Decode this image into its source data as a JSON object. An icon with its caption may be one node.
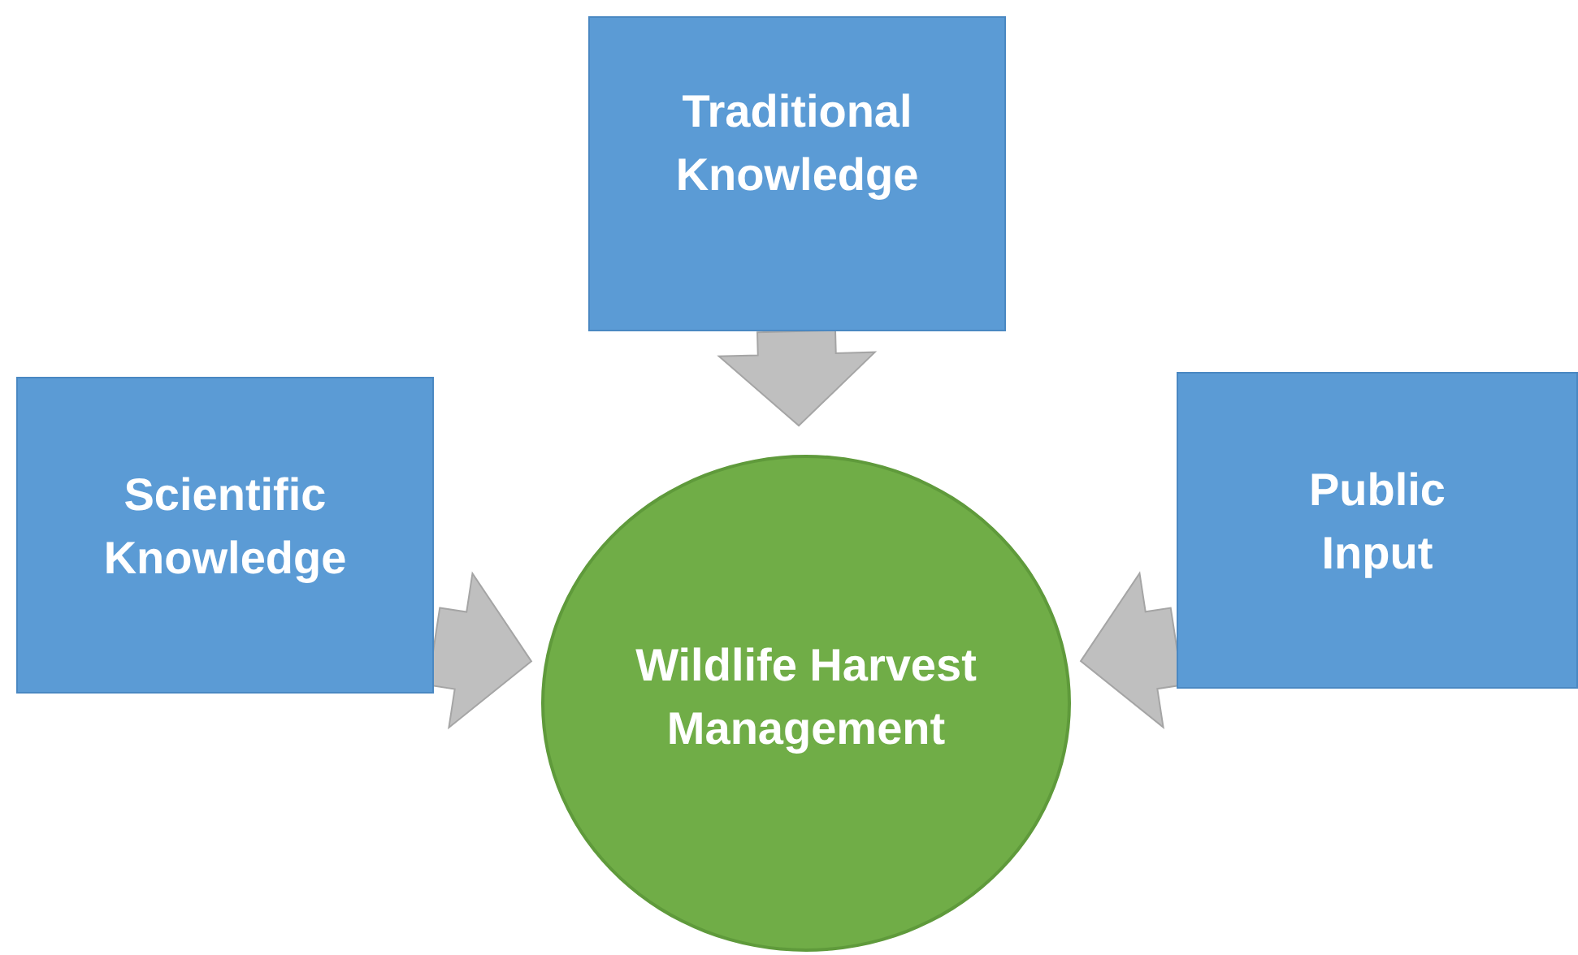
{
  "diagram": {
    "nodes": [
      {
        "text": [
          "Traditional Knowledge"
        ]
      },
      {
        "text": [
          "Scientific Knowledge"
        ]
      },
      {
        "text": [
          "Public Input"
        ]
      },
      {
        "text": [
          "Wildlife Harvest Management"
        ]
      }
    ],
    "edges": [
      {
        "from": 0,
        "to": 3,
        "arrow": "to"
      },
      {
        "from": 1,
        "to": 3,
        "arrow": "to"
      },
      {
        "from": 2,
        "to": 3,
        "arrow": "to"
      }
    ]
  }
}
